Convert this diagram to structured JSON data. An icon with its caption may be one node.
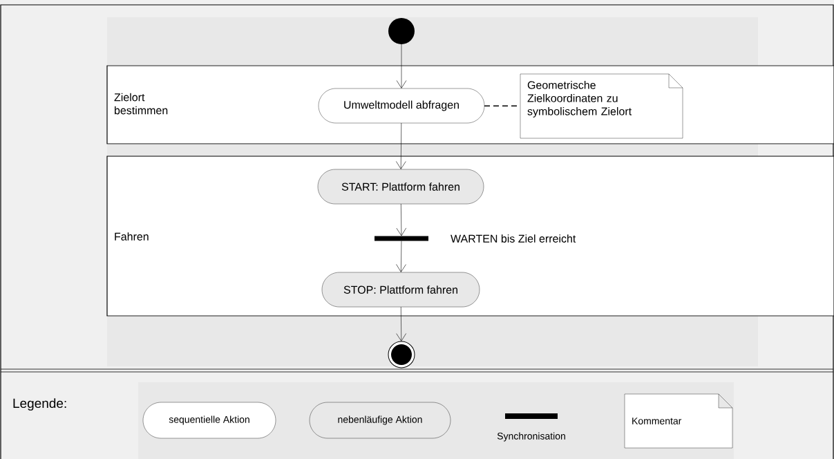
{
  "diagram": {
    "nodes": [
      {
        "text": [],
        "shape": "circle"
      },
      {
        "text": [
          "Zielort bestimmen"
        ]
      },
      {
        "text": [
          "Umweltmodell abfragen"
        ],
        "in": 1
      },
      {
        "text": [
          "Geometrische Zielkoordinaten zu symbolischem Zielort"
        ],
        "in": 1
      },
      {
        "text": [
          "Fahren"
        ]
      },
      {
        "text": [
          "START: Plattform fahren"
        ],
        "in": 4
      },
      {
        "text": [],
        "shape": "bar",
        "in": 4,
        "beside": [
          "WARTEN bis Ziel erreicht"
        ]
      },
      {
        "text": [
          "STOP: Plattform fahren"
        ],
        "in": 4
      },
      {
        "text": [],
        "shape": "circle"
      }
    ],
    "edges": [
      {
        "from": 0,
        "to": 2,
        "arrow": "to"
      },
      {
        "from": 2,
        "to": 3,
        "arrow": "none",
        "style": "dashed"
      },
      {
        "from": 2,
        "to": 5,
        "arrow": "to"
      },
      {
        "from": 5,
        "to": 6,
        "arrow": "to"
      },
      {
        "from": 6,
        "to": 7,
        "arrow": "to"
      },
      {
        "from": 7,
        "to": 8,
        "arrow": "to"
      }
    ],
    "labels": [
      "Legende:"
    ],
    "legend": [
      {
        "text": "sequentielle Aktion"
      },
      {
        "text": "nebenläufige Aktion"
      },
      {
        "text": "Synchronisation"
      },
      {
        "text": "Kommentar"
      }
    ]
  }
}
